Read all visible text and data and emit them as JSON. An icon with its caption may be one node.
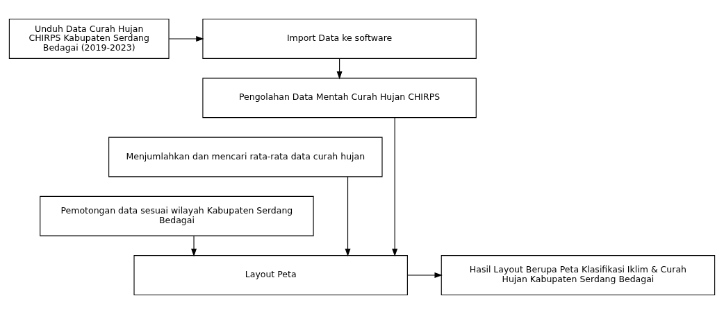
{
  "diagram": {
    "nodes": [
      {
        "text": [
          "Unduh Data Curah Hujan CHIRPS Kabupaten Serdang Bedagai (2019-2023)"
        ]
      },
      {
        "text": [
          "Import Data ke software"
        ]
      },
      {
        "text": [
          "Pengolahan Data Mentah Curah Hujan CHIRPS"
        ]
      },
      {
        "text": [
          "Menjumlahkan dan mencari rata-rata data curah hujan"
        ]
      },
      {
        "text": [
          "Pemotongan data sesuai wilayah Kabupaten Serdang Bedagai"
        ]
      },
      {
        "text": [
          "Layout Peta"
        ]
      },
      {
        "text": [
          "Hasil Layout Berupa Peta Klasifikasi Iklim & Curah Hujan Kabupaten Serdang Bedagai"
        ]
      }
    ],
    "edges": [
      {
        "from": 0,
        "to": 1,
        "arrow": "to"
      },
      {
        "from": 1,
        "to": 2,
        "arrow": "to"
      },
      {
        "from": 2,
        "to": 5,
        "arrow": "to"
      },
      {
        "from": 3,
        "to": 5,
        "arrow": "to"
      },
      {
        "from": 4,
        "to": 5,
        "arrow": "to"
      },
      {
        "from": 5,
        "to": 6,
        "arrow": "to"
      }
    ]
  }
}
